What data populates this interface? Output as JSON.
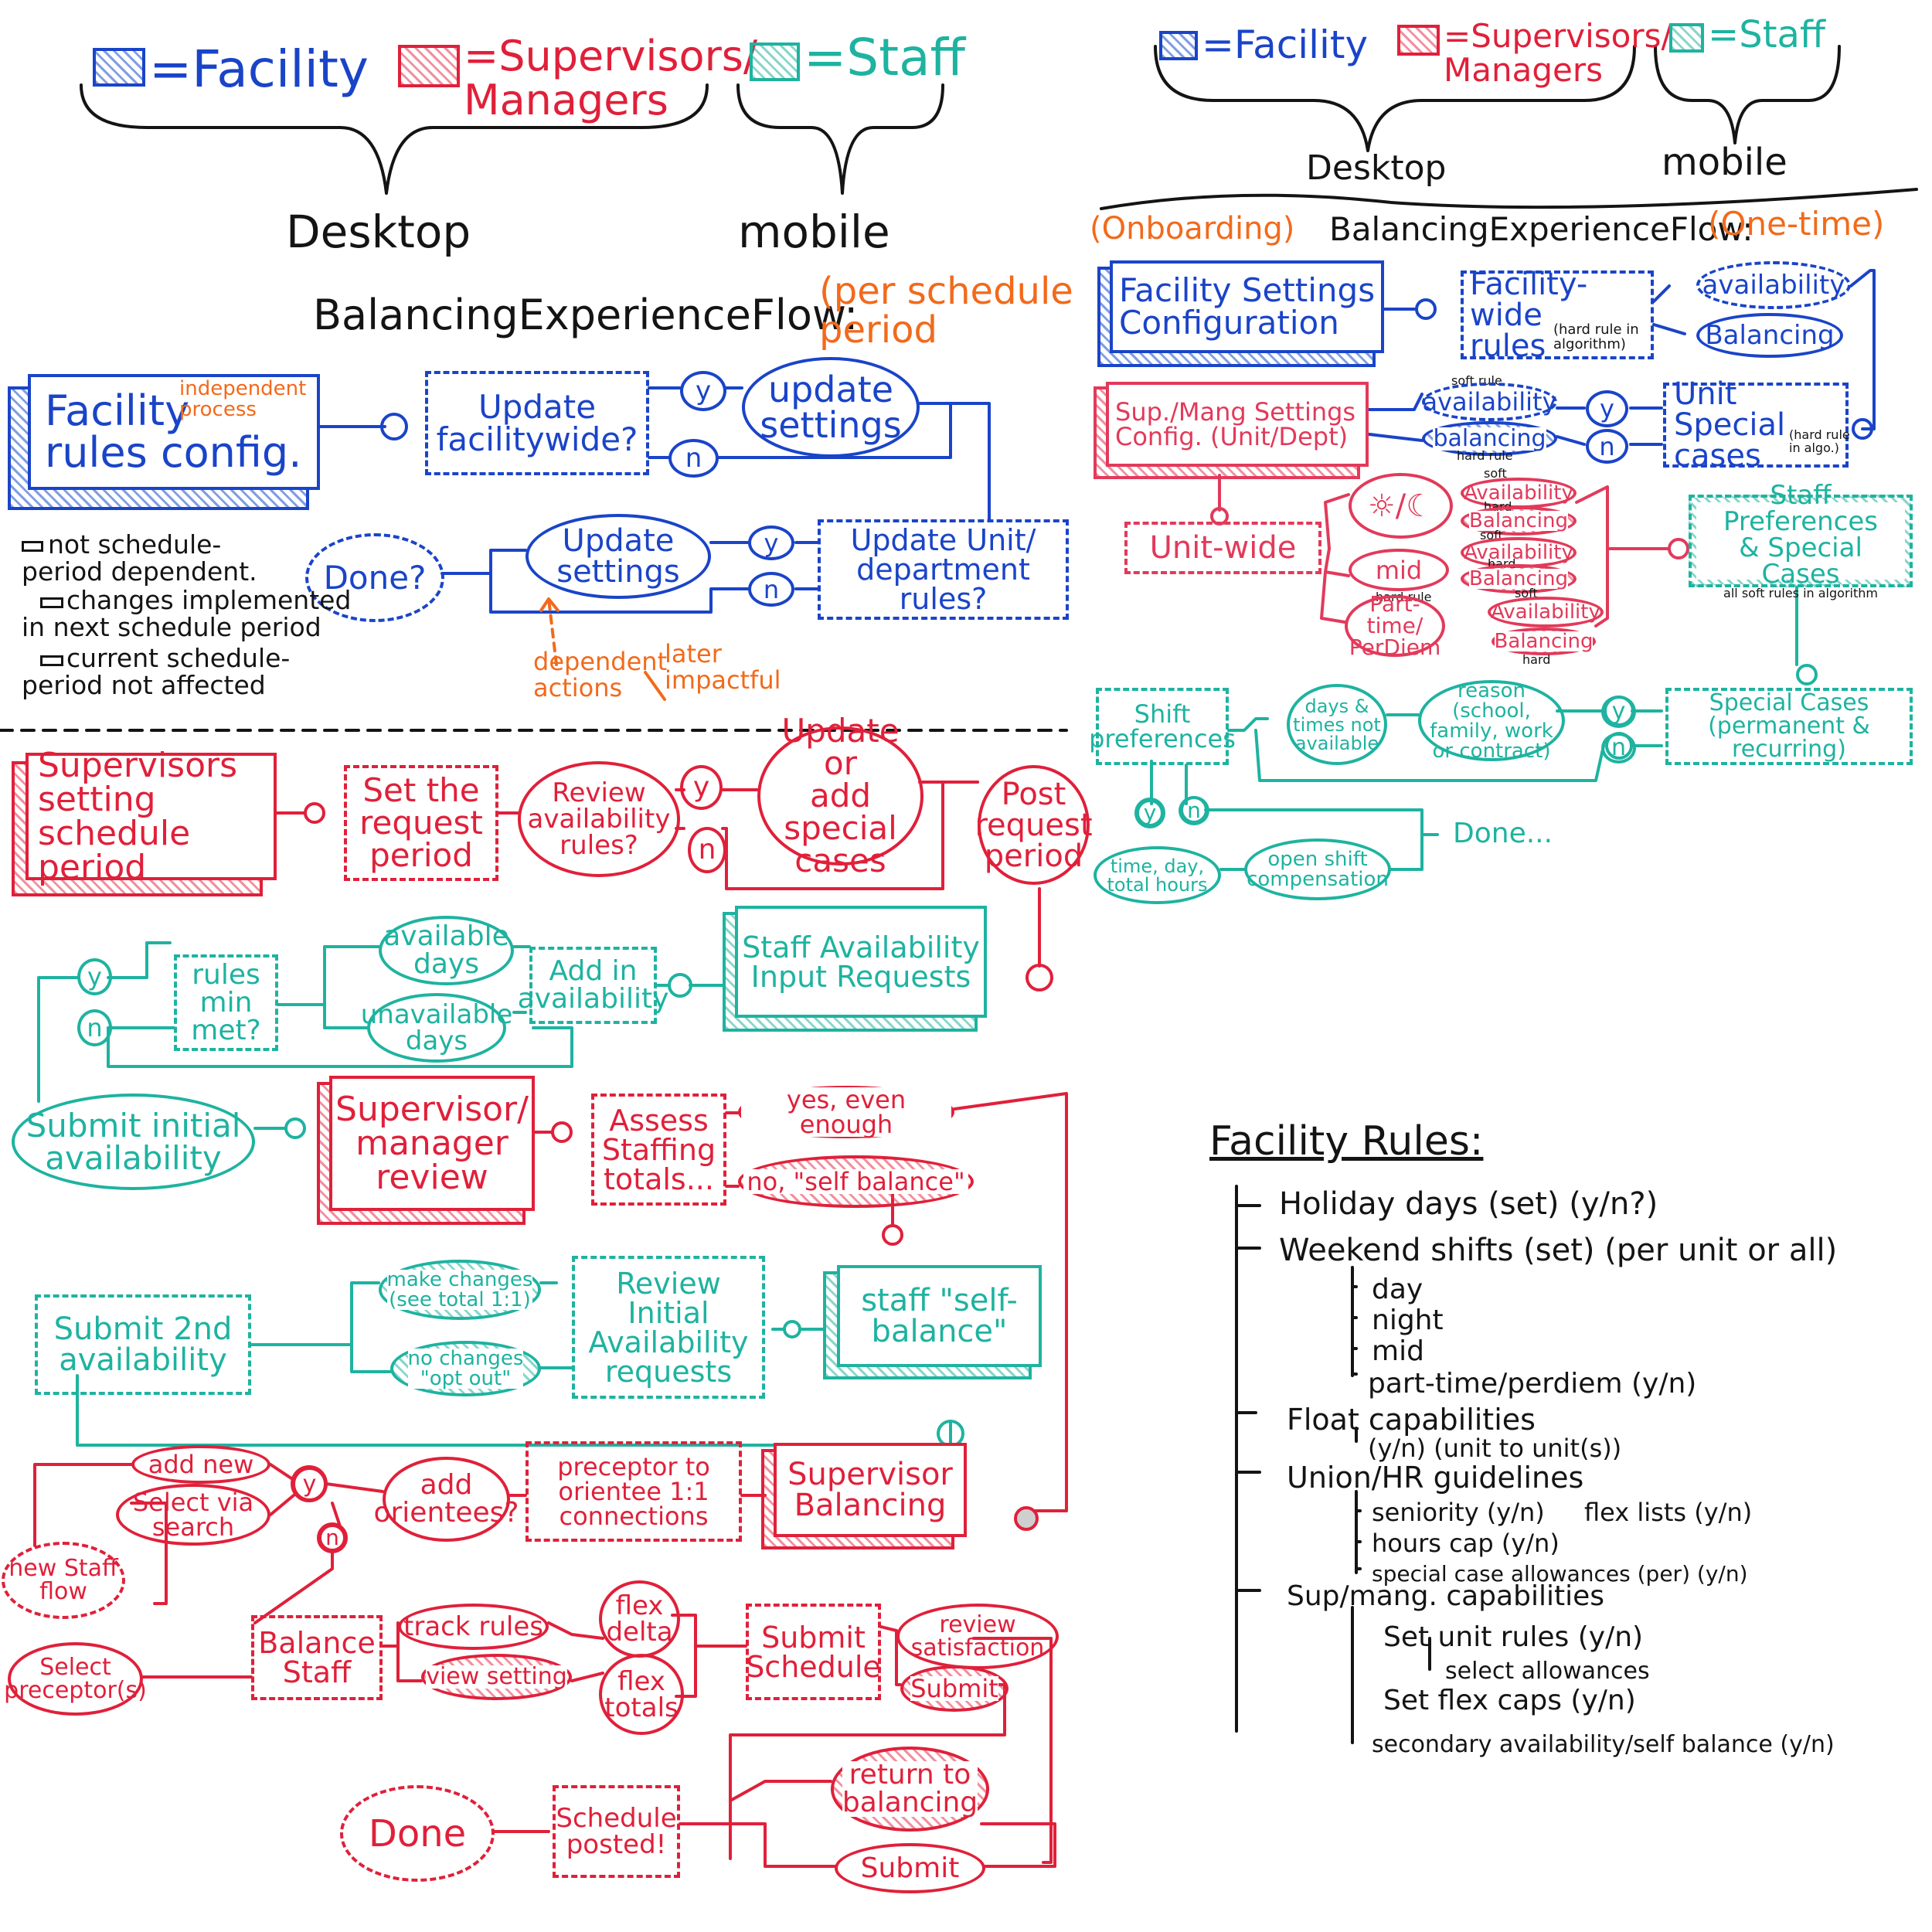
{
  "legend_left": {
    "facility": "=Facility",
    "supervisors": "=Supervisors/\nManagers",
    "staff": "=Staff",
    "desktop": "Desktop",
    "mobile": "mobile"
  },
  "legend_right": {
    "facility": "=Facility",
    "supervisors": "=Supervisors/\nManagers",
    "staff": "=Staff",
    "desktop": "Desktop",
    "mobile": "mobile"
  },
  "colors": {
    "facility": "#1a44c8",
    "supervisors": "#e0203a",
    "staff": "#1eb3a0",
    "annotation": "#f26a1b",
    "text": "#141414"
  },
  "left_flow": {
    "title": "BalancingExperienceFlow:",
    "title_suffix": "(per schedule\nperiod",
    "facility_rules": "Facility\nrules config.",
    "independent": "independent\nprocess",
    "update_facilitywide": "Update\nfacilitywide?",
    "y1": "y",
    "n1": "n",
    "update_settings_1": "update\nsettings",
    "done": "Done?",
    "update_settings_2": "Update\nsettings",
    "y2": "y",
    "n2": "n",
    "update_unit": "Update Unit/\ndepartment rules?",
    "dependent": "dependent\nactions",
    "later": "later\nimpactful",
    "note1": "not schedule-\nperiod dependent.",
    "note2": "changes implemented\nin next schedule period",
    "note3": "current schedule-\nperiod not affected"
  },
  "supervisor_flow": {
    "setting_period": "Supervisors\nsetting schedule\nperiod",
    "set_request": "Set the\nrequest\nperiod",
    "review_availability": "Review\navailability\nrules?",
    "y": "y",
    "n": "n",
    "update_special": "Update or\nadd special\ncases",
    "post_request": "Post\nrequest\nperiod"
  },
  "staff_flow": {
    "y": "y",
    "n": "n",
    "rules_met": "rules\nmin\nmet?",
    "available_days": "available\ndays",
    "unavailable_days": "unavailable\ndays",
    "add_in": "Add in\navailability",
    "input_requests": "Staff Availability\nInput Requests",
    "submit_initial": "Submit initial\navailability",
    "manager_review": "Supervisor/\nmanager\nreview",
    "assess": "Assess\nStaffing\ntotals...",
    "yes_enough": "yes, even enough",
    "no_self": "no, \"self balance\"",
    "submit_second": "Submit 2nd\navailability",
    "make_changes": "make changes\n(see total 1:1)",
    "no_changes": "no changes\n\"opt out\"",
    "review_initial": "Review Initial\nAvailability\nrequests",
    "self_balance": "staff \"self-\nbalance\""
  },
  "balancing_flow": {
    "add_new": "add new",
    "select_search": "Select via\nsearch",
    "y": "y",
    "n": "n",
    "add_orientees": "add\norientees?",
    "preceptor": "preceptor to\norientee 1:1 connections",
    "supervisor_balancing": "Supervisor\nBalancing",
    "new_staff": "new Staff\nflow",
    "select_preceptors": "Select\npreceptor(s)",
    "balance_staff": "Balance\nStaff",
    "track_rules": "track rules",
    "view_setting": "view setting",
    "flex_delta": "flex\ndelta",
    "flex_totals": "flex\ntotals",
    "submit_schedule": "Submit\nSchedule",
    "review_satisfaction": "review\nsatisfaction",
    "submit1": "Submit",
    "done": "Done",
    "schedule_posted": "Schedule\nposted!",
    "return_balancing": "return to\nbalancing",
    "submit2": "Submit"
  },
  "right_flow": {
    "onboarding": "(Onboarding)",
    "title": "BalancingExperienceFlow:",
    "one_time": "(One-time)",
    "facility_settings": "Facility Settings\nConfiguration",
    "facility_wide": "Facility-wide\nrules",
    "hard_rule_note": "(hard rule in\nalgorithm)",
    "availability": "availability",
    "balancing": "Balancing",
    "sup_settings": "Sup./Mang Settings\nConfig. (Unit/Dept)",
    "soft_rule": "soft rule",
    "availability2": "availability",
    "balancing2": "balancing",
    "hard_rule": "hard rule",
    "y": "y",
    "n": "n",
    "unit_special": "Unit Special\ncases",
    "hard_rule_note2": "(hard rule\nin algo.)",
    "unit_wide": "Unit-wide",
    "sun_moon": "☼/☾",
    "mid": "mid",
    "part_time": "Part-time/\nPerDiem",
    "hard_rule2": "hard rule",
    "soft1": "soft",
    "avail_a": "Availability",
    "hard1": "hard",
    "bal_a": "Balancing",
    "soft2": "soft",
    "avail_b": "Availability",
    "hard2": "hard",
    "bal_b": "Balancing",
    "soft3": "soft",
    "avail_c": "Availability",
    "bal_c": "Balancing",
    "hard3": "hard",
    "staff_prefs": "Staff Preferences\n& Special Cases",
    "staff_prefs_note": "all soft rules in algorithm",
    "shift_prefs": "Shift\npreferences",
    "days_times": "days &\ntimes not\navailable",
    "reason": "reason (school,\nfamily, work\nor contract)",
    "y2": "y",
    "n2": "n",
    "special_cases": "Special Cases\n(permanent & recurring)",
    "y3": "y",
    "n3": "n",
    "done": "Done...",
    "time_day": "time, day,\ntotal hours",
    "open_shift": "open shift\ncompensation"
  },
  "facility_rules": {
    "title": "Facility Rules:",
    "lines": [
      "Holiday days (set) (y/n?)",
      "Weekend shifts (set) (per unit or all)",
      "day",
      "night",
      "mid",
      "part-time/perdiem (y/n)",
      "Float capabilities",
      "(y/n) (unit to unit(s))",
      "Union/HR guidelines",
      "seniority (y/n)",
      "flex lists (y/n)",
      "hours cap (y/n)",
      "special case allowances (per) (y/n)",
      "Sup/mang. capabilities",
      "Set unit rules (y/n)",
      "select allowances",
      "Set flex caps (y/n)",
      "secondary availability/self balance (y/n)"
    ]
  }
}
